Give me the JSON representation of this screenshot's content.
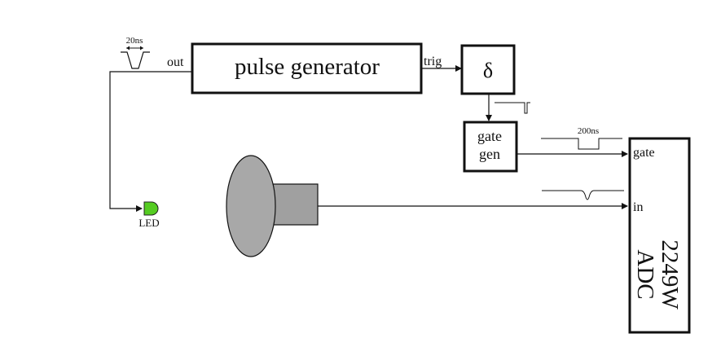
{
  "blocks": {
    "pulse_generator": "pulse generator",
    "delta": "δ",
    "gate_gen_line1": "gate",
    "gate_gen_line2": "gen",
    "adc_line1": "2249W",
    "adc_line2": "ADC"
  },
  "ports": {
    "out": "out",
    "trig": "trig",
    "adc_gate": "gate",
    "adc_in": "in"
  },
  "annotations": {
    "pulse_width_in": "20ns",
    "gate_width": "200ns",
    "led": "LED"
  },
  "colors": {
    "led": "#55cc22",
    "pmt_body": "#a0a0a0",
    "pmt_face": "#a8a8a8",
    "line": "#111111"
  }
}
